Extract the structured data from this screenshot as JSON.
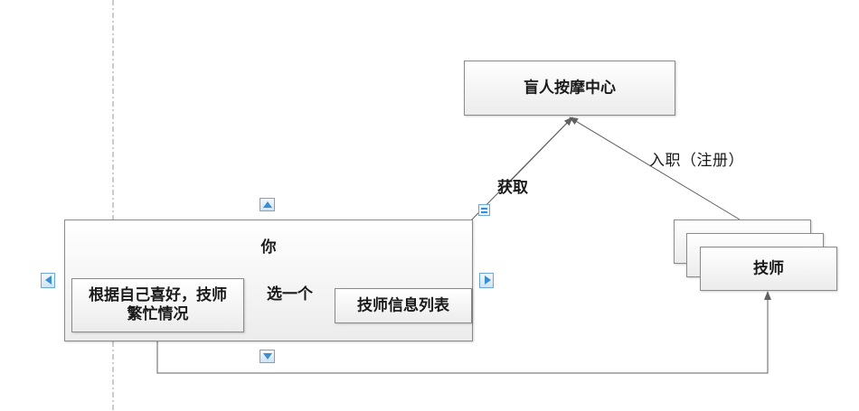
{
  "diagram": {
    "nodes": {
      "center": "盲人按摩中心",
      "you": "你",
      "preference": "根据自己喜好，技师繁忙情况",
      "list": "技师信息列表",
      "technician": "技师"
    },
    "edges": {
      "obtain": "获取",
      "join": "入职（注册）",
      "choose": "选一个"
    },
    "colors": {
      "line": "#606060",
      "node_border": "#8a8a8a",
      "handle": "#3b8fd0"
    }
  }
}
